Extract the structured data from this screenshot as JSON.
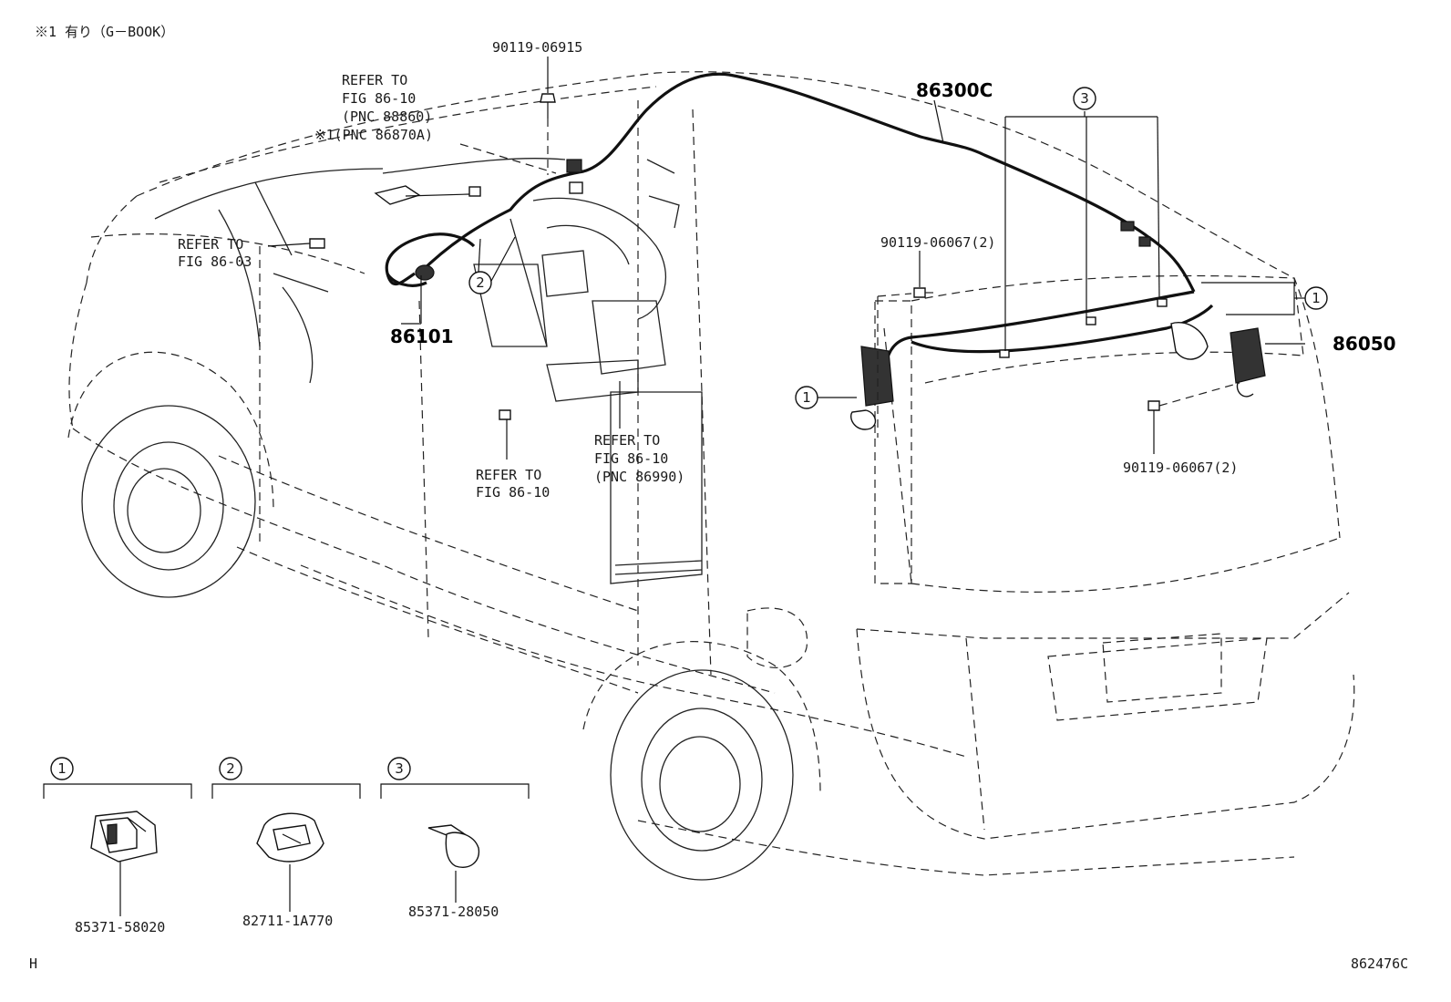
{
  "header_note": "※1 有り（G－BOOK）",
  "footer": {
    "left_code": "H",
    "figure_code": "862476C"
  },
  "callouts": {
    "part_90119_06915": "90119-06915",
    "refer_fig_86_10_top": [
      "REFER TO",
      "FIG 86-10",
      "(PNC 88860)",
      "※1(PNC 86870A)"
    ],
    "refer_fig_86_03": [
      "REFER TO",
      "FIG 86-03"
    ],
    "part_86101": "86101",
    "part_86300C": "86300C",
    "part_90119_06067_upper": "90119-06067(2)",
    "part_90119_06067_lower": "90119-06067(2)",
    "part_86050": "86050",
    "refer_fig_86_10_pnc_86990": [
      "REFER TO",
      "FIG 86-10",
      "(PNC 86990)"
    ],
    "refer_fig_86_10_bottom": [
      "REFER TO",
      "FIG 86-10"
    ]
  },
  "circle_refs": {
    "c1": "1",
    "c2": "2",
    "c3": "3"
  },
  "detail_parts": [
    {
      "ref": "1",
      "part_no": "85371-58020"
    },
    {
      "ref": "2",
      "part_no": "82711-1A770"
    },
    {
      "ref": "3",
      "part_no": "85371-28050"
    }
  ]
}
